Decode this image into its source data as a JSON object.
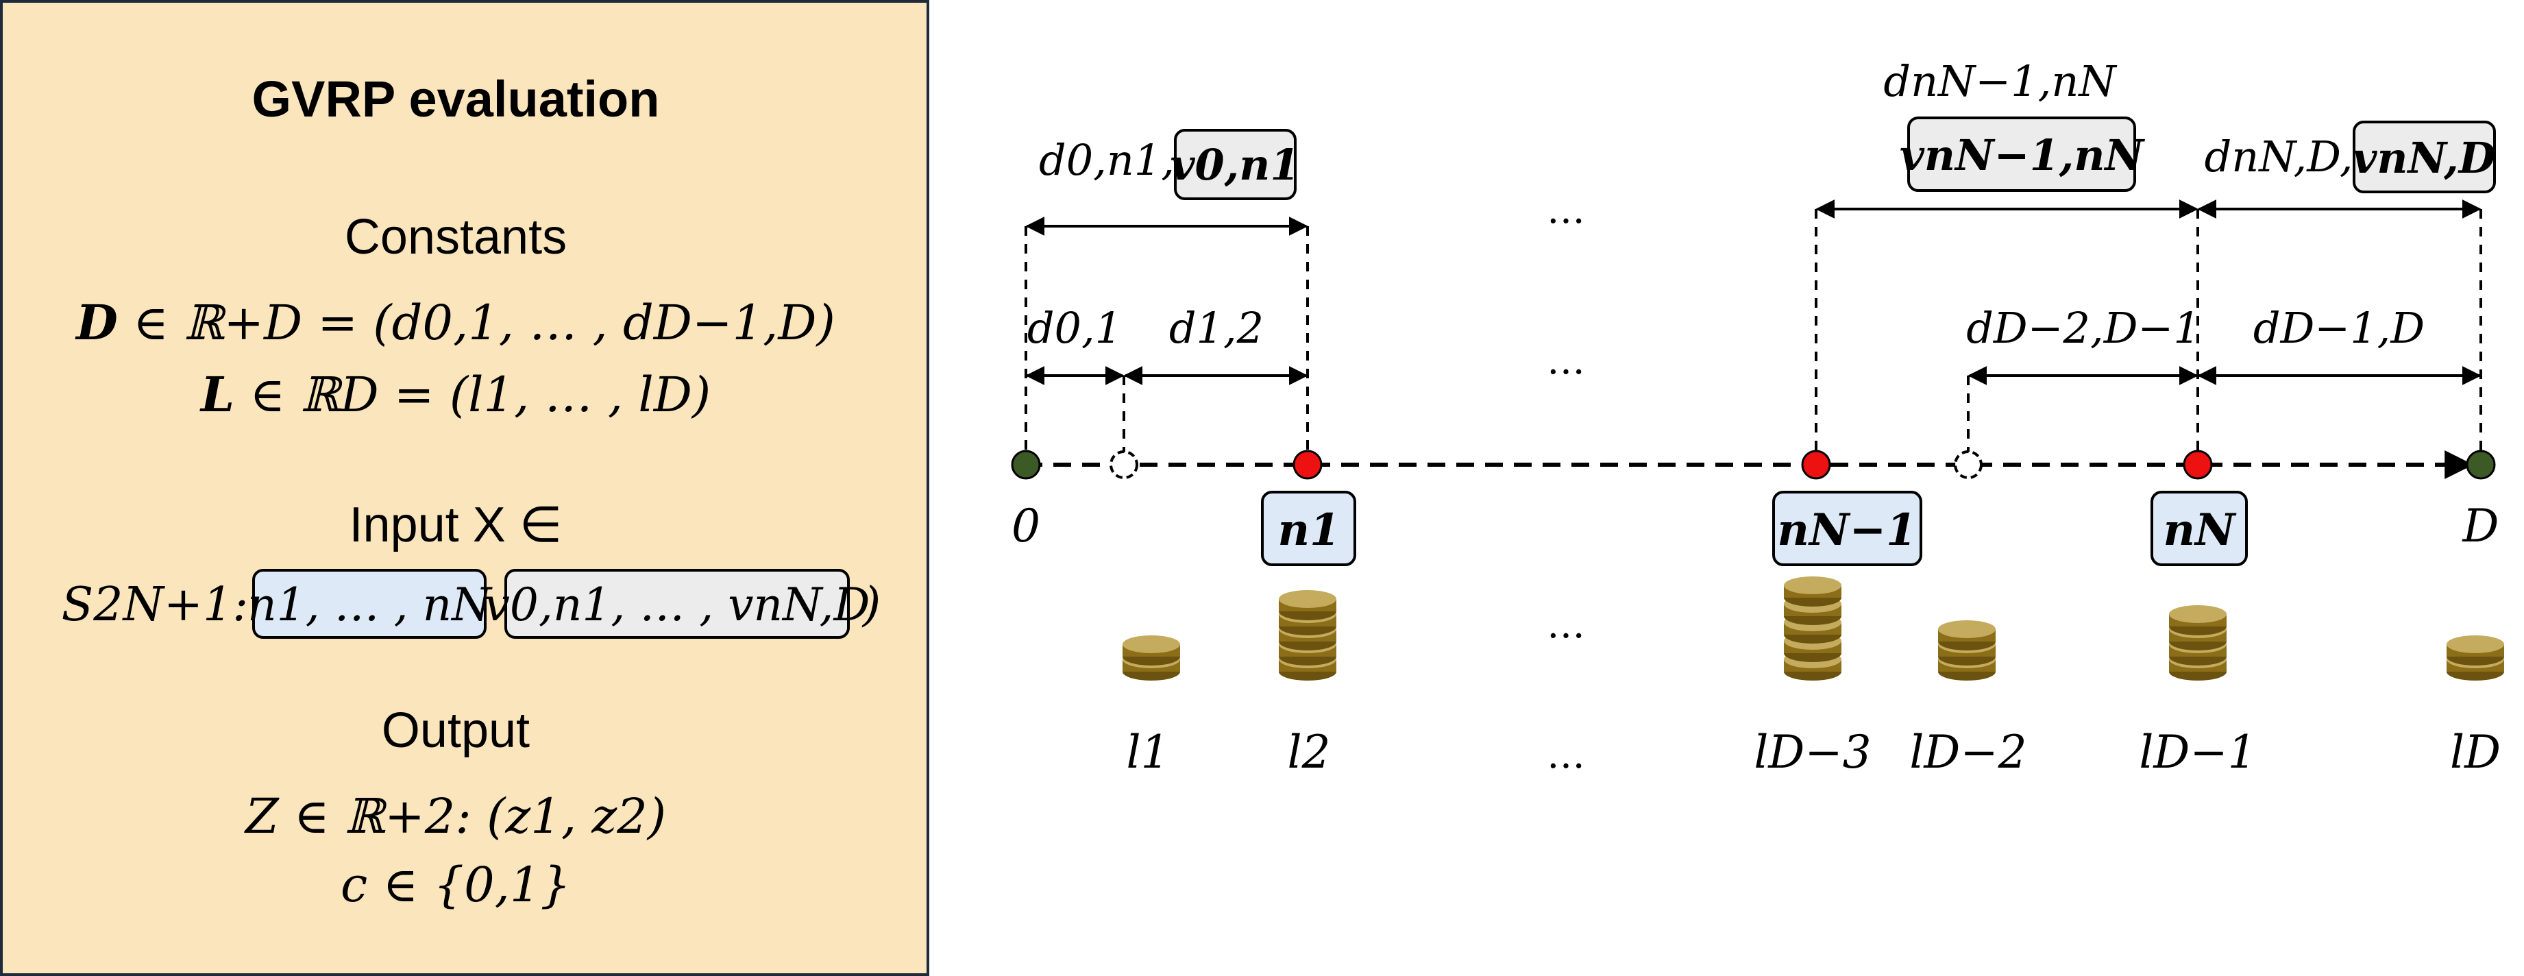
{
  "panel": {
    "title": "GVRP evaluation",
    "constants_heading": "Constants",
    "constants_line1": {
      "bold": "D",
      "rest": " ∈ ℝ+D = (d0,1, … , dD−1,D)"
    },
    "constants_line2": {
      "bold": "L",
      "rest": " ∈ ℝD = (l1, … , lD)"
    },
    "input_heading": "Input X ∈",
    "input_set": "S2N+1: (",
    "input_box_nodes": "n1, … , nN",
    "input_box_values": "v0,n1, … , vnN,D",
    "input_close": ")",
    "output_heading": "Output",
    "output_line1": "Z ∈ ℝ+2: (z1, z2)",
    "output_line2": "c ∈ {0,1}"
  },
  "timeline": {
    "start_label": "0",
    "end_label": "D",
    "ellipsis": "…",
    "node_labels": [
      "n1",
      "nN−1",
      "nN"
    ],
    "upper_distances": [
      "d0,n1,",
      "dnN−1,nN",
      "dnN,D,"
    ],
    "upper_values": [
      "v0,n1",
      "vnN−1,nN",
      "vnN,D"
    ],
    "lower_distances": [
      "d0,1",
      "d1,2",
      "dD−2,D−1",
      "dD−1,D"
    ],
    "load_labels": [
      "l1",
      "l2",
      "lD−3",
      "lD−2",
      "lD−1",
      "lD"
    ]
  },
  "colors": {
    "panel_fill": "#fbe5bd",
    "panel_border": "#1f2a3a",
    "node_box_fill": "#dde9f6",
    "value_box_fill": "#ececec",
    "depot_node": "#3b5a26",
    "customer_node": "#ee1111",
    "coin_stack": "#8c6d18"
  },
  "icons": [
    "coin-stack-icon"
  ]
}
